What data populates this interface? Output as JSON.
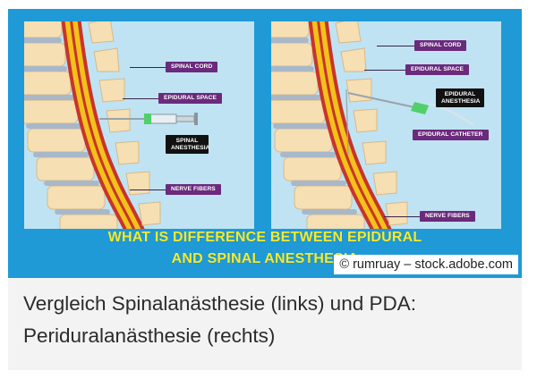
{
  "figure": {
    "left_panel": {
      "labels": {
        "spinal_cord": "SPINAL CORD",
        "epidural_space": "EPIDURAL SPACE",
        "spinal_anesthesia": "SPINAL ANESTHESIA",
        "nerve_fibers": "NERVE FIBERS"
      }
    },
    "right_panel": {
      "labels": {
        "spinal_cord": "SPINAL CORD",
        "epidural_space": "EPIDURAL SPACE",
        "epidural_anesthesia": "EPIDURAL ANESTHESIA",
        "epidural_catheter": "EPIDURAL CATHETER",
        "nerve_fibers": "NERVE FIBERS"
      }
    },
    "headline_line1": "WHAT IS DIFFERENCE BETWEEN EPIDURAL",
    "headline_line2": "AND SPINAL ANESTHESIA",
    "credit": "© rumruay – stock.adobe.com",
    "colors": {
      "background": "#1f9ad6",
      "panel": "#bfe3f3",
      "label_tag": "#6b2a7c",
      "headline": "#f6ea2d",
      "spinal_cord": "#f3c21a",
      "vertebra": "#f5dfb3"
    }
  },
  "caption": {
    "text": "Vergleich Spinalanästhesie (links) und PDA: Periduralanästhesie (rechts)"
  }
}
